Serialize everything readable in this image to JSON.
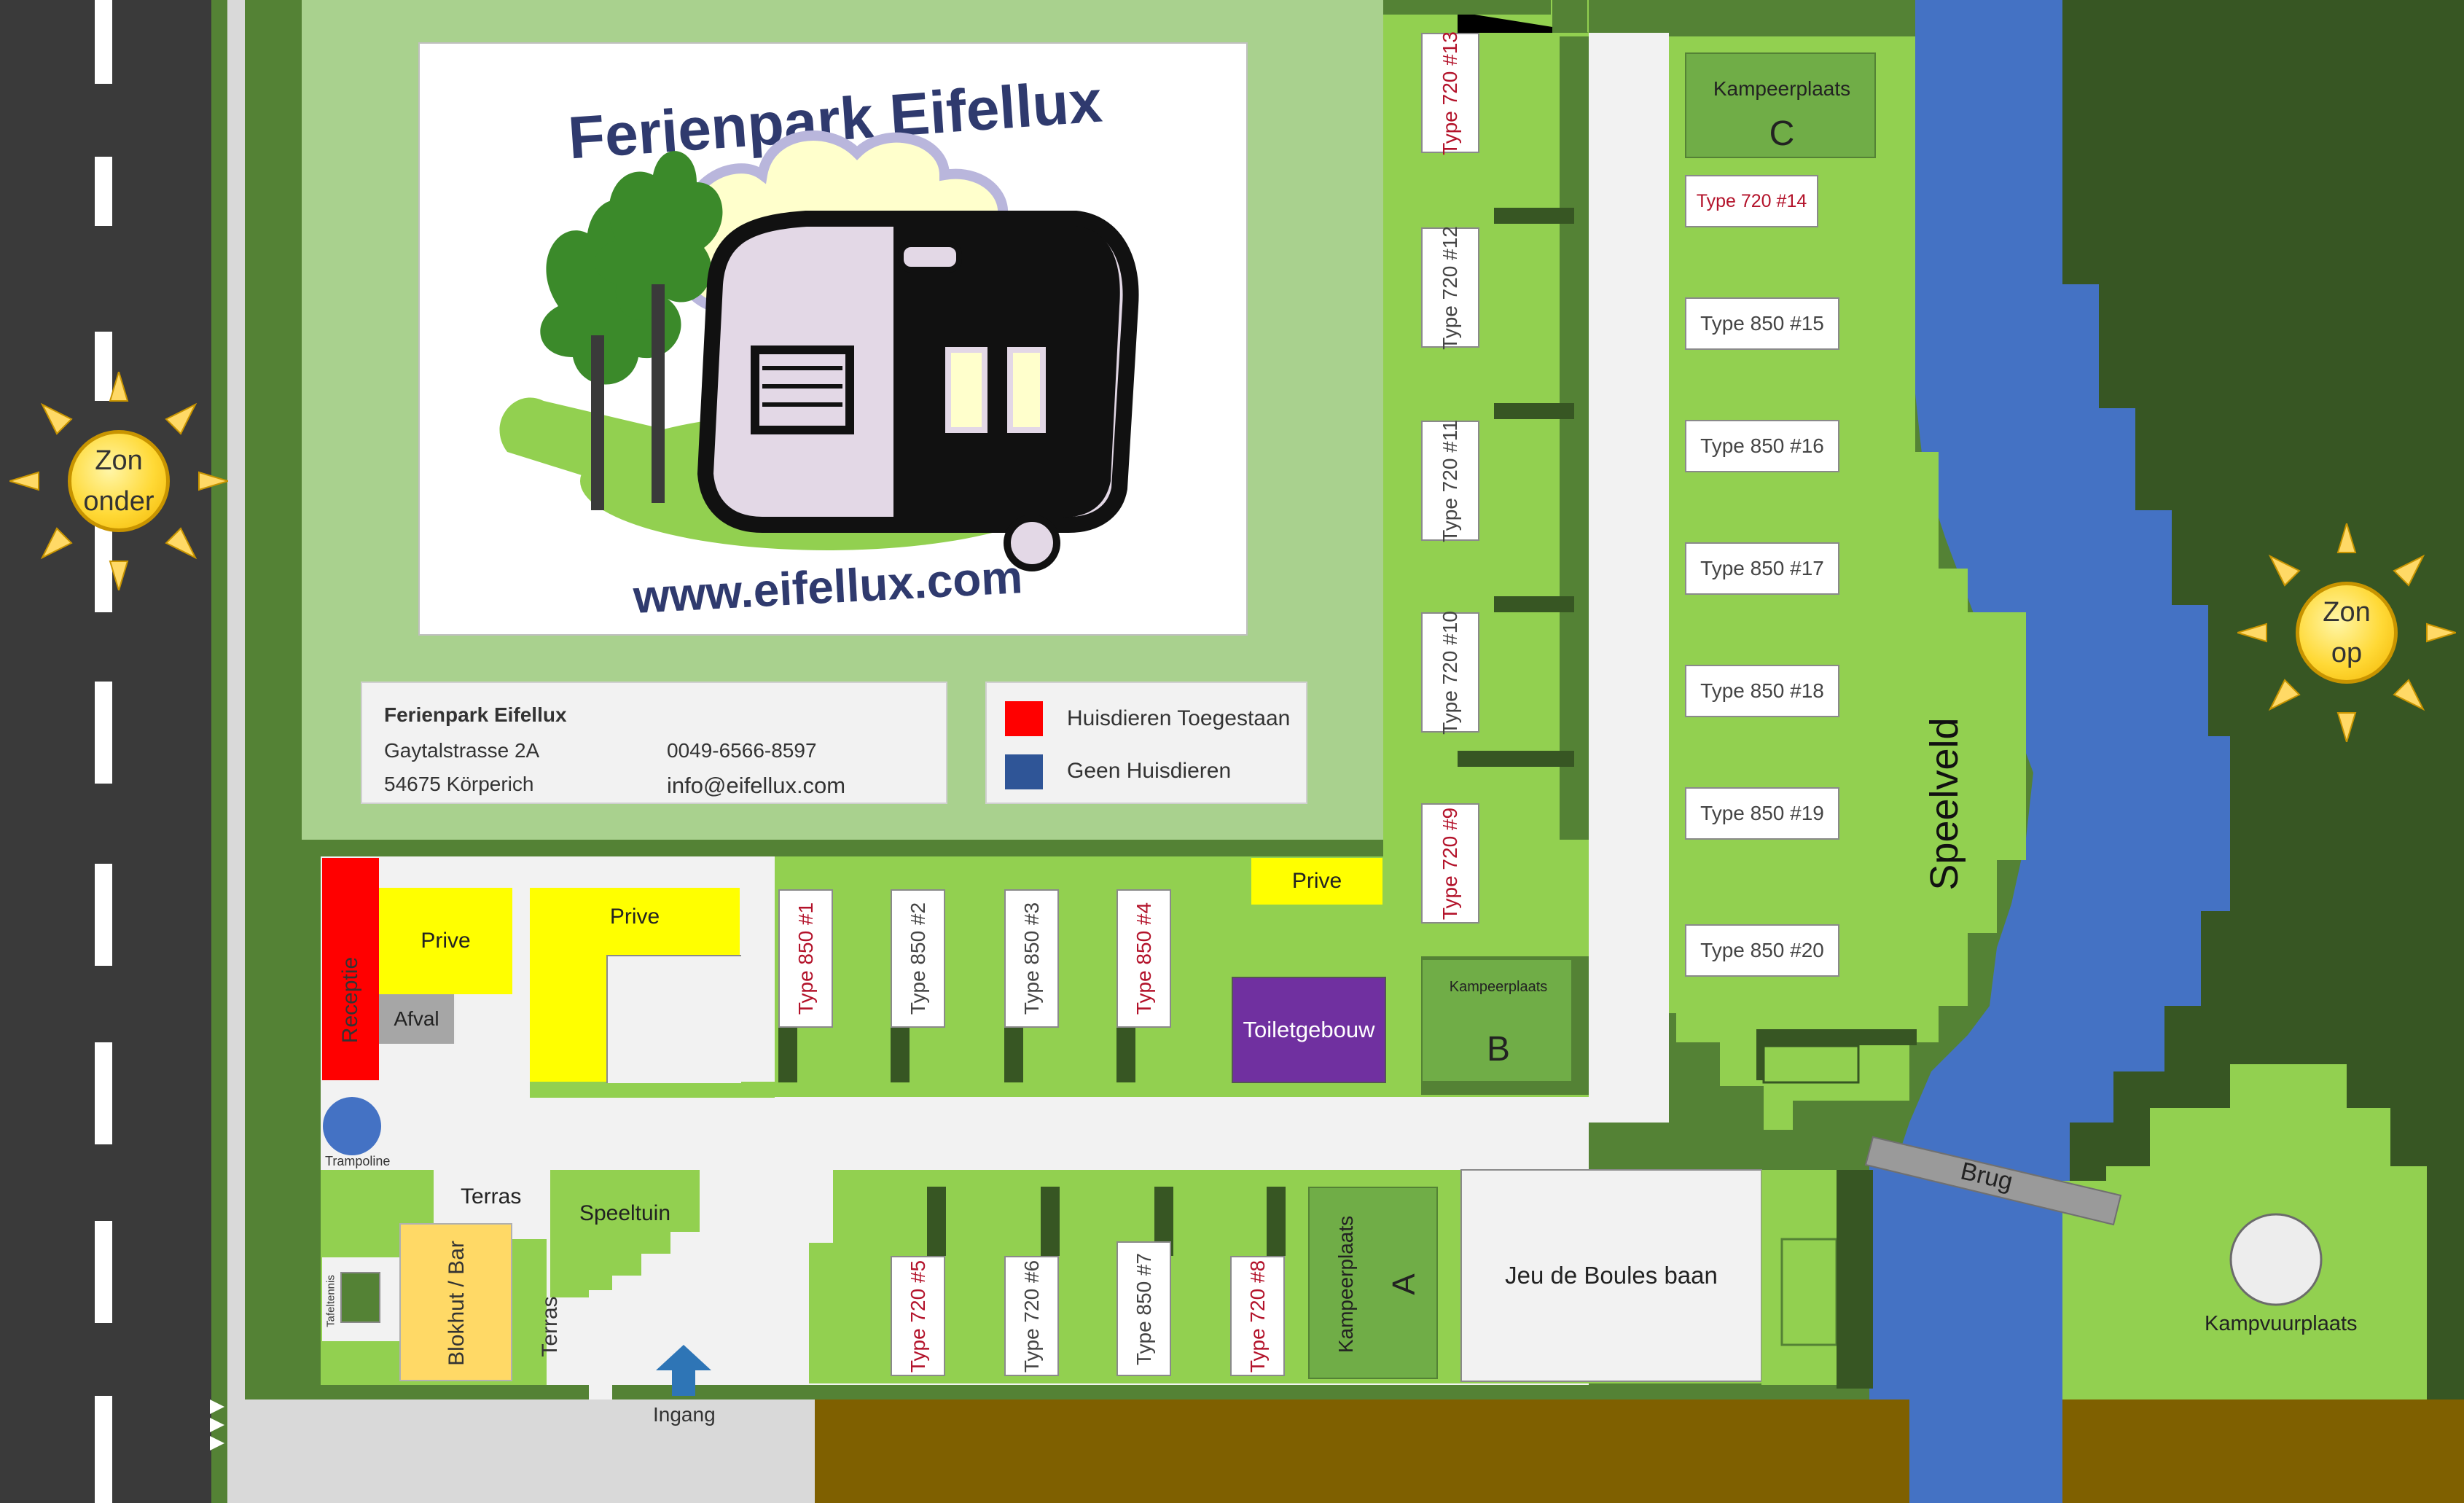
{
  "title": "Ferienpark Eifellux",
  "website": "www.eifellux.com",
  "contact": {
    "name": "Ferienpark Eifellux",
    "street": "Gaytalstrasse 2A",
    "city": "54675 Körperich",
    "phone": "0049-6566-8597",
    "email": "info@eifellux.com"
  },
  "legend": [
    {
      "label": "Huisdieren Toegestaan",
      "color": "#ff0000"
    },
    {
      "label": "Geen Huisdieren",
      "color": "#2f5597"
    }
  ],
  "sun_west": {
    "line1": "Zon",
    "line2": "onder"
  },
  "sun_east": {
    "line1": "Zon",
    "line2": "op"
  },
  "buildings": {
    "receptie": "Receptie",
    "prive": "Prive",
    "afval": "Afval",
    "trampoline": "Trampoline",
    "terras": "Terras",
    "speeltuin": "Speeltuin",
    "tafeltennis": "Tafeltennis",
    "blokhut": "Blokhut / Bar",
    "ingang": "Ingang",
    "toiletgebouw": "Toiletgebouw",
    "jeu_de_boules": "Jeu de Boules baan",
    "speelveld": "Speelveld",
    "brug": "Brug",
    "kampvuurplaats": "Kampvuurplaats"
  },
  "kampeerplaatsen": {
    "label": "Kampeerplaats",
    "a": "A",
    "b": "B",
    "c": "C"
  },
  "lots": {
    "l1": "Type 850 #1",
    "l2": "Type 850 #2",
    "l3": "Type 850 #3",
    "l4": "Type 850 #4",
    "l5": "Type 720 #5",
    "l6": "Type 720 #6",
    "l7": "Type 850 #7",
    "l8": "Type 720 #8",
    "l9": "Type 720 #9",
    "l10": "Type 720 #10",
    "l11": "Type 720 #11",
    "l12": "Type 720 #12",
    "l13": "Type 720 #13",
    "l14": "Type 720 #14",
    "l15": "Type 850 #15",
    "l16": "Type 850 #16",
    "l17": "Type 850 #17",
    "l18": "Type 850 #18",
    "l19": "Type 850 #19",
    "l20": "Type 850 #20"
  },
  "colors": {
    "grass_light": "#92d050",
    "grass_dark": "#548235",
    "forest": "#375623",
    "river": "#4472c4",
    "road": "#3a3a3a",
    "path": "#f2f2f2",
    "prive_yellow": "#ffff00",
    "receptie_red": "#ff0000",
    "toilet_purple": "#7030a0",
    "bar_orange": "#ffd966",
    "soil": "#7f6000"
  }
}
